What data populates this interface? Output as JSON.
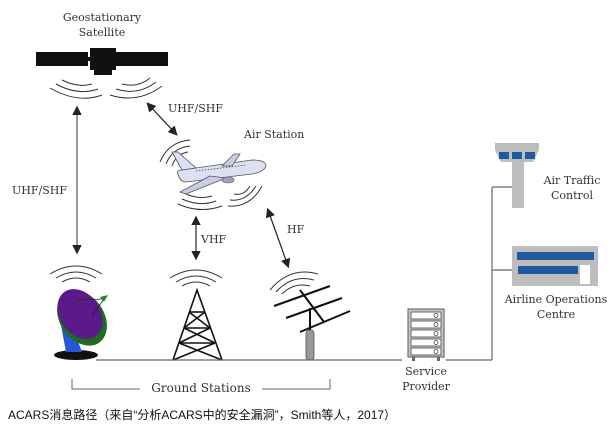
{
  "nodes": {
    "satellite": {
      "line1": "Geostationary",
      "line2": "Satellite"
    },
    "air_station": {
      "label": "Air Station"
    },
    "atc": {
      "line1": "Air Traffic",
      "line2": "Control"
    },
    "aoc": {
      "line1": "Airline Operations",
      "line2": "Centre"
    },
    "service_provider": {
      "line1": "Service",
      "line2": "Provider"
    },
    "ground_stations": {
      "label": "Ground Stations"
    }
  },
  "links": {
    "sat_ground": "UHF/SHF",
    "sat_air": "UHF/SHF",
    "air_vhf": "VHF",
    "air_hf": "HF"
  },
  "colors": {
    "dish": "#5b1a8a",
    "dish_rim": "#1f6b1f",
    "dish_base": "#2457d6",
    "tower_window": "#1f5a9e",
    "building": "#bdbdbd",
    "line": "#555555"
  },
  "caption": "ACARS消息路径（来自“分析ACARS中的安全漏洞”，Smith等人，2017）"
}
